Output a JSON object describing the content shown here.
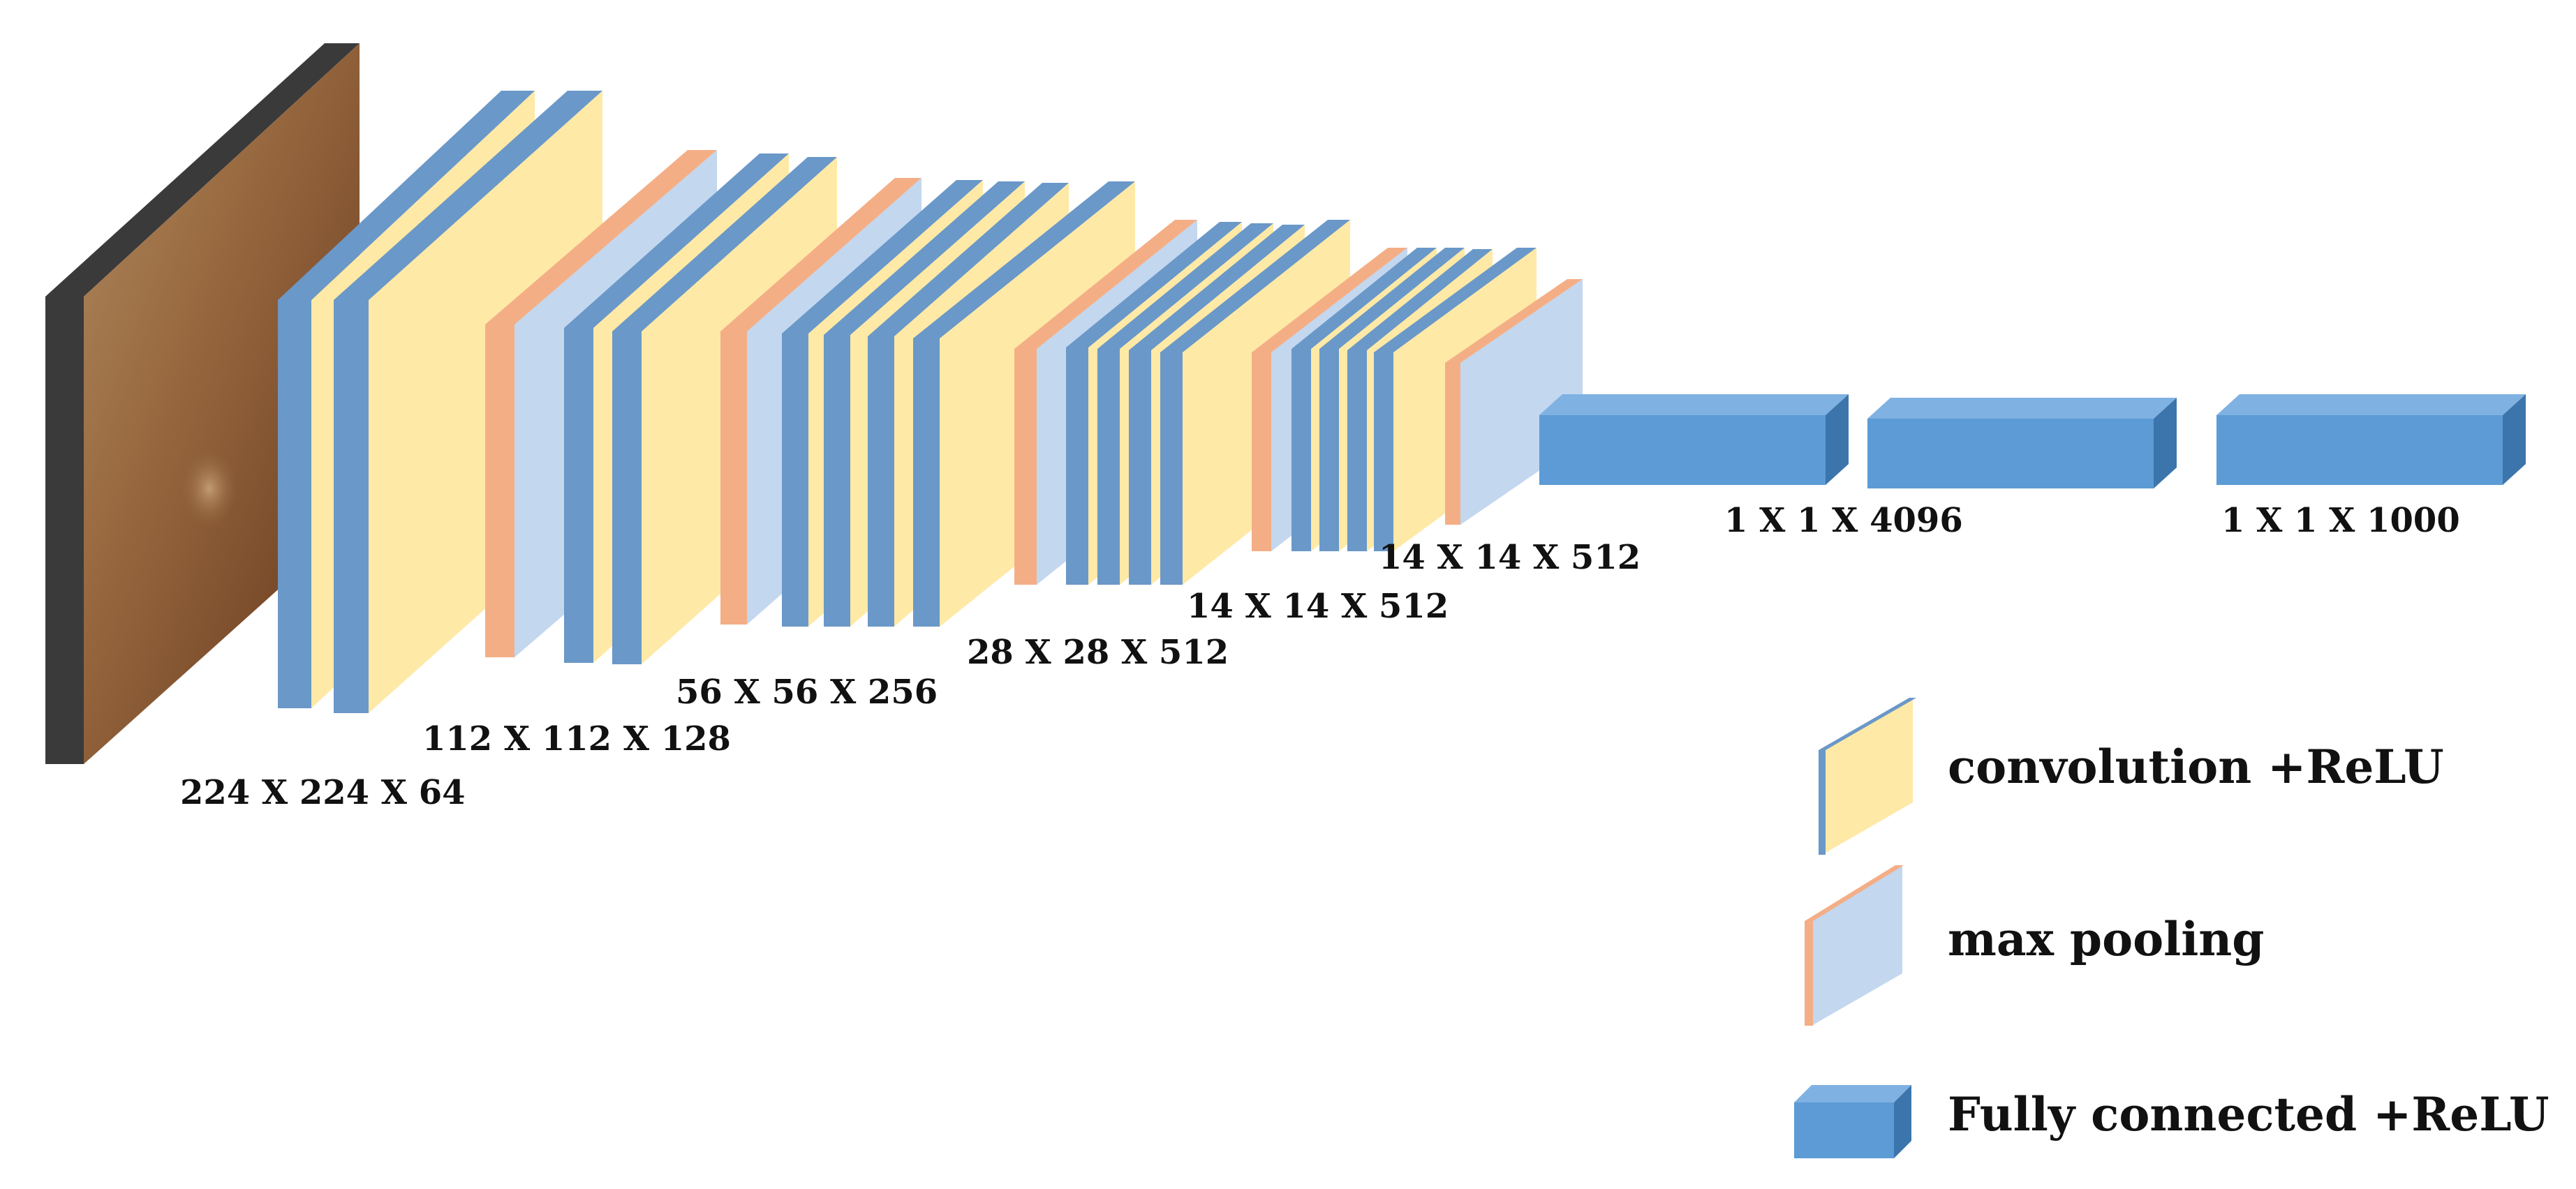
{
  "colors": {
    "conv_face": "#FFE9A6",
    "conv_edge": "#6A98C8",
    "pool_face": "#C3D7EF",
    "pool_edge": "#F4AE86",
    "fc_front": "#5C9BD5",
    "fc_top": "#7FB1E2",
    "fc_side": "#3C75AC",
    "input_edge": "#3A3A3A"
  },
  "diagram": {
    "input_image": {
      "icon": "input-image-icon"
    },
    "dimension_labels": [
      "224 X 224 X 64",
      "112 X 112 X 128",
      "56 X 56 X 256",
      "28 X 28 X 512",
      "14 X 14 X 512",
      "14 X 14 X 512",
      "1 X 1 X 4096",
      "1 X 1 X 1000"
    ]
  },
  "legend": {
    "items": [
      {
        "label": "convolution +ReLU",
        "icon": "convolution-relu-icon"
      },
      {
        "label": "max pooling",
        "icon": "max-pooling-icon"
      },
      {
        "label": "Fully connected +ReLU",
        "icon": "fully-connected-relu-icon"
      }
    ]
  }
}
